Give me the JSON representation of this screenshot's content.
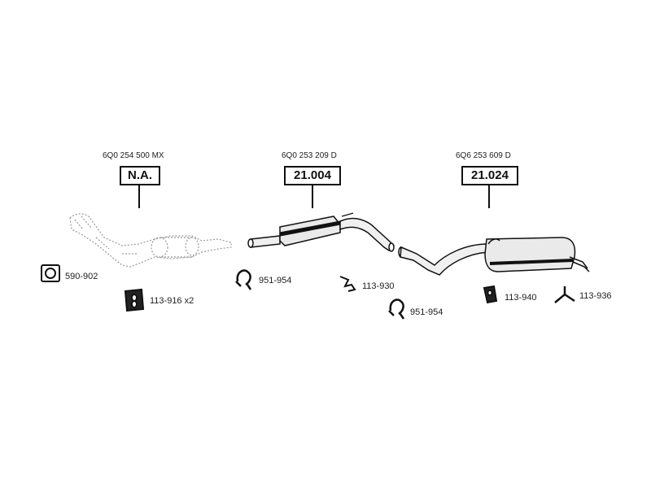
{
  "assemblies": [
    {
      "oe_number": "6Q0 254 500 MX",
      "code": "N.A."
    },
    {
      "oe_number": "6Q0 253 209 D",
      "code": "21.004"
    },
    {
      "oe_number": "6Q6 253 609 D",
      "code": "21.024"
    }
  ],
  "accessories": [
    {
      "code": "590-902",
      "icon": "gasket-icon"
    },
    {
      "code": "113-916 x2",
      "icon": "rubber-mount-icon"
    },
    {
      "code": "951-954",
      "icon": "pipe-clamp-icon"
    },
    {
      "code": "113-930",
      "icon": "hanger-bracket-icon"
    },
    {
      "code": "951-954",
      "icon": "pipe-clamp-icon"
    },
    {
      "code": "113-940",
      "icon": "rubber-mount-icon"
    },
    {
      "code": "113-936",
      "icon": "y-hanger-icon"
    }
  ],
  "colors": {
    "line": "#111111",
    "fill": "#f0f0f0",
    "ghost": "#999999"
  }
}
